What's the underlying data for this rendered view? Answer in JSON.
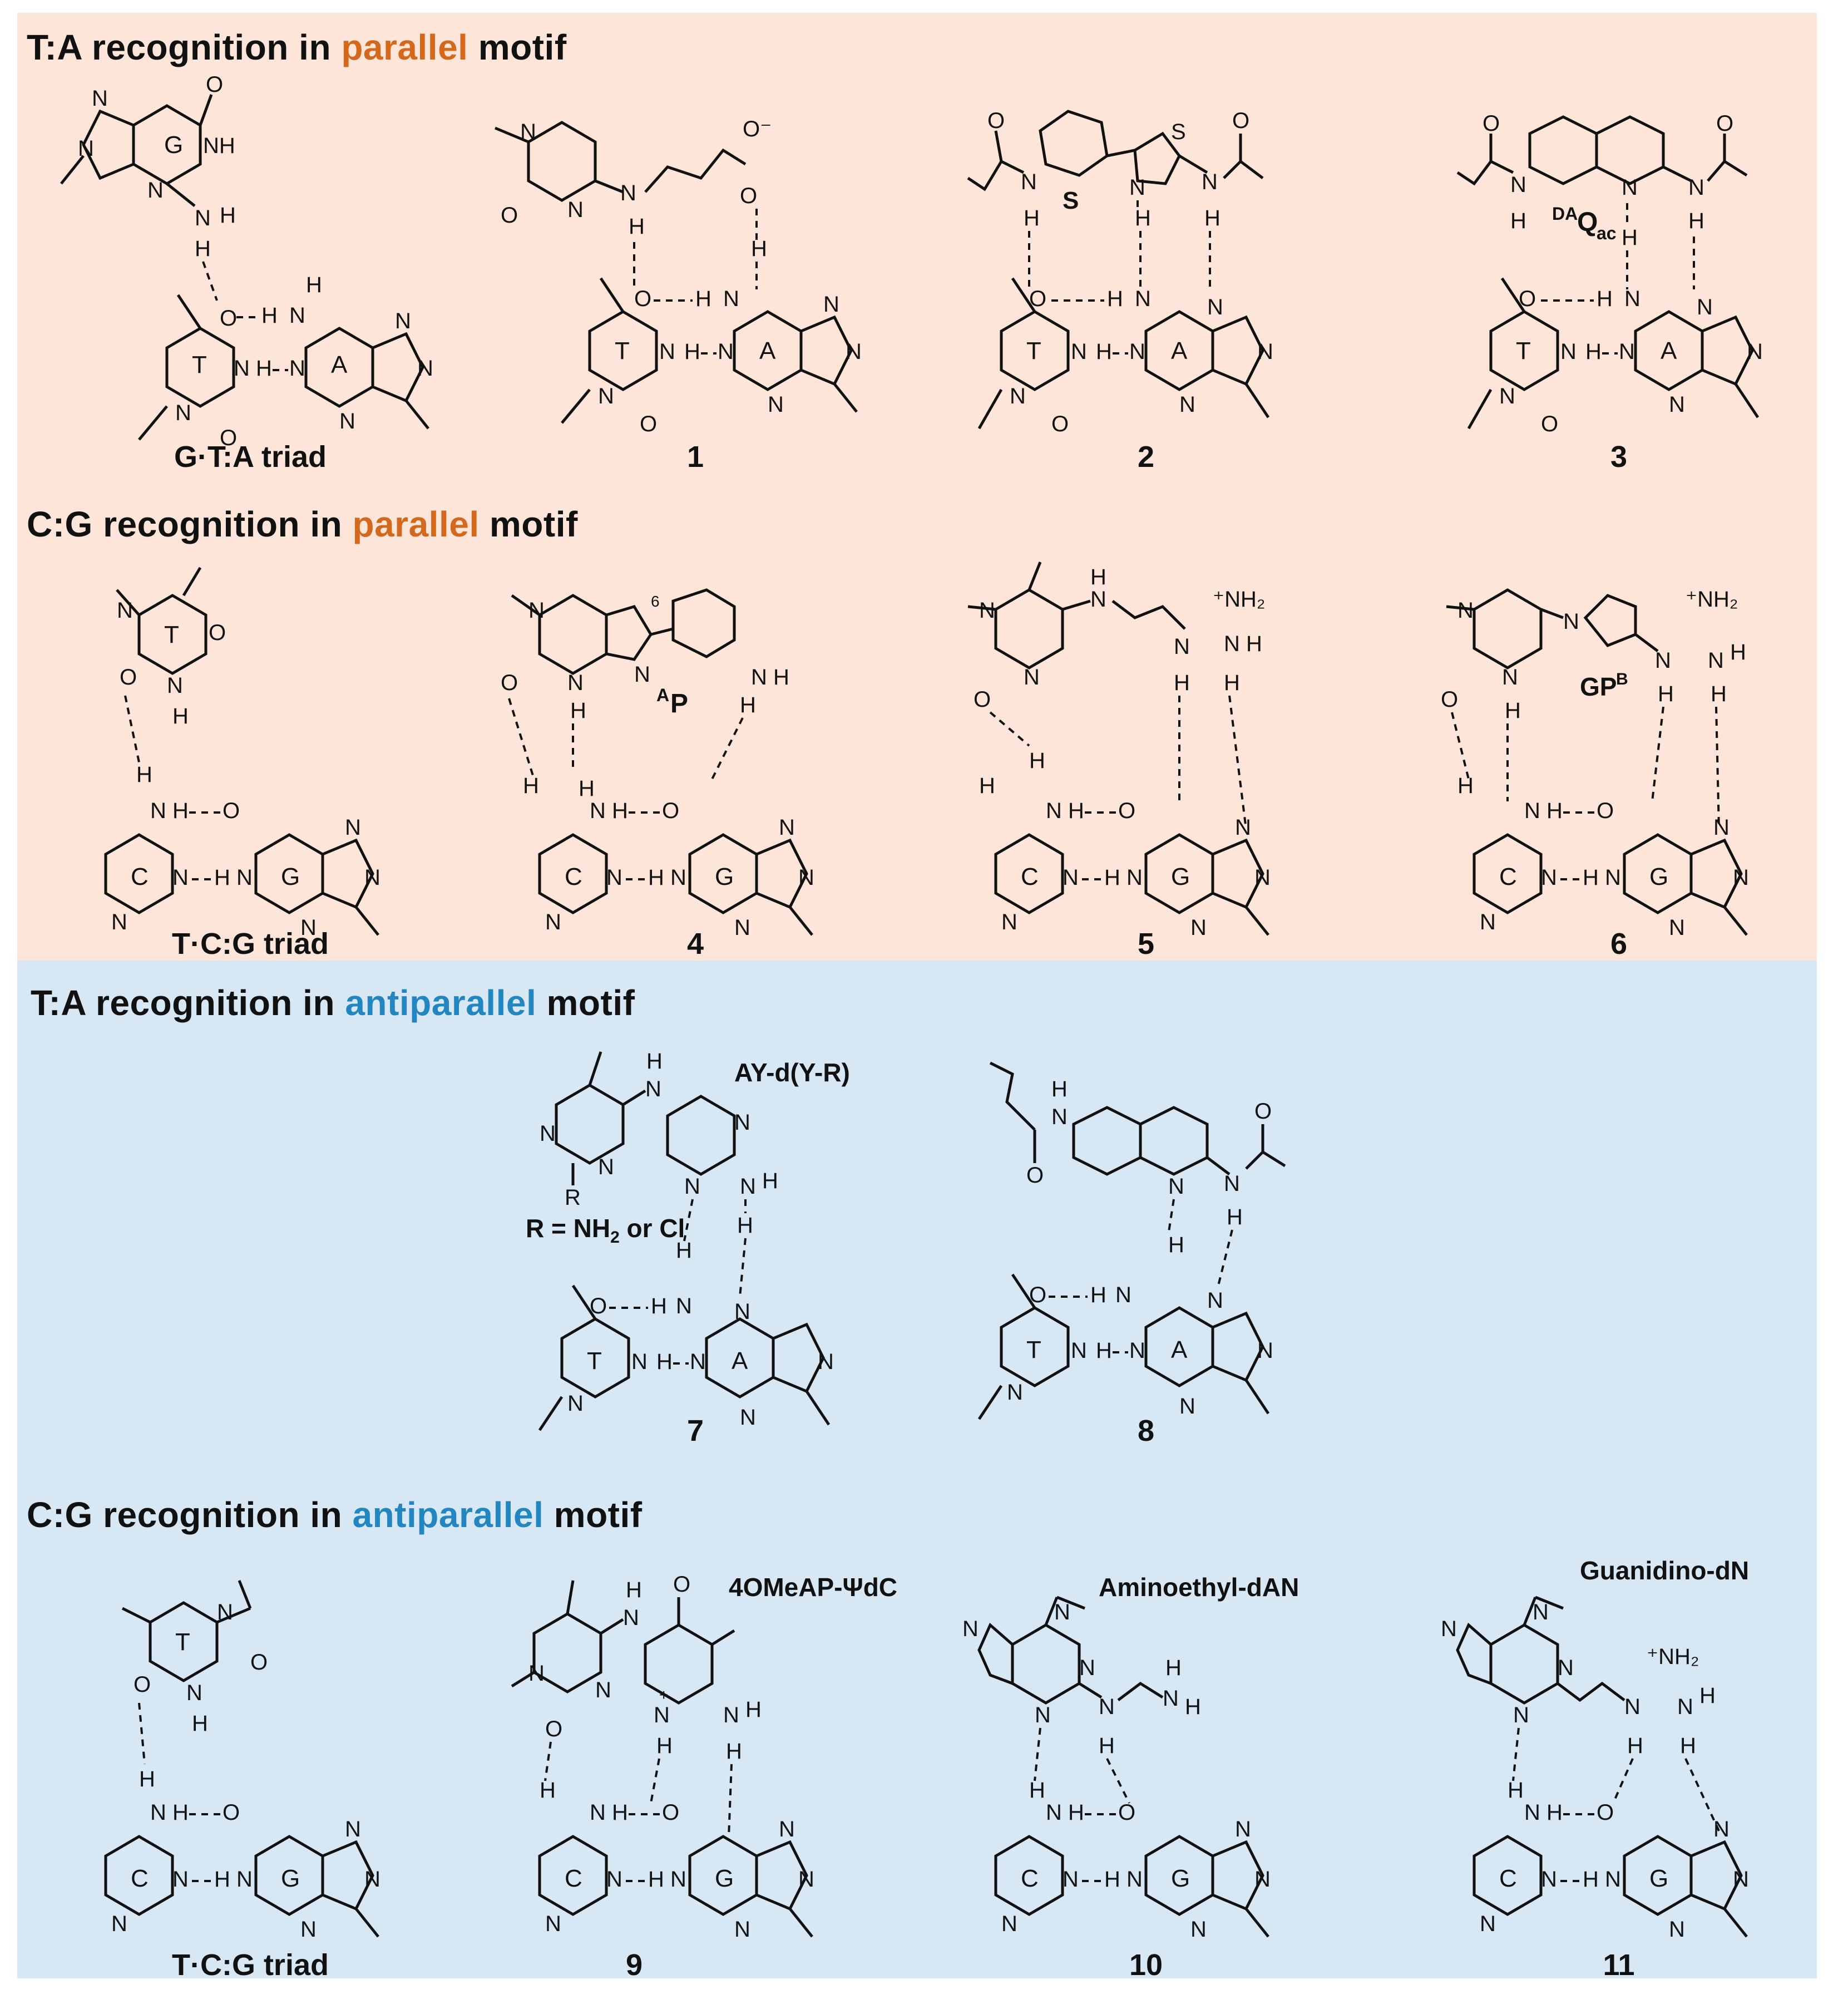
{
  "colors": {
    "parallel_bg": "#fde6d9",
    "antiparallel_bg": "#d7e8f4",
    "parallel_accent": "#d4691e",
    "antiparallel_accent": "#2386c0",
    "text": "#111111"
  },
  "sections": [
    {
      "title_prefix": "T:A recognition in ",
      "keyword": "parallel",
      "title_suffix": " motif",
      "structures": [
        {
          "label": "G·T:A triad",
          "third": "G",
          "pair": [
            "T",
            "A"
          ]
        },
        {
          "label": "1",
          "third": "",
          "pair": [
            "T",
            "A"
          ]
        },
        {
          "label": "2",
          "third": "S",
          "pair": [
            "T",
            "A"
          ]
        },
        {
          "label": "3",
          "third": "DAQac",
          "pair": [
            "T",
            "A"
          ]
        }
      ]
    },
    {
      "title_prefix": "C:G recognition in ",
      "keyword": "parallel",
      "title_suffix": " motif",
      "structures": [
        {
          "label": "T·C:G triad",
          "third": "T",
          "pair": [
            "C",
            "G"
          ]
        },
        {
          "label": "4",
          "third": "AP",
          "pair": [
            "C",
            "G"
          ]
        },
        {
          "label": "5",
          "third": "",
          "pair": [
            "C",
            "G"
          ]
        },
        {
          "label": "6",
          "third": "GPB",
          "pair": [
            "C",
            "G"
          ]
        }
      ]
    },
    {
      "title_prefix": "T:A recognition in ",
      "keyword": "antiparallel",
      "title_suffix": " motif",
      "structures": [
        {
          "label": "7",
          "third": "AY-d(Y-R)",
          "note": "R = NH2 or Cl",
          "pair": [
            "T",
            "A"
          ]
        },
        {
          "label": "8",
          "third": "",
          "pair": [
            "T",
            "A"
          ]
        }
      ]
    },
    {
      "title_prefix": "C:G recognition in ",
      "keyword": "antiparallel",
      "title_suffix": " motif",
      "structures": [
        {
          "label": "T·C:G triad",
          "third": "T",
          "pair": [
            "C",
            "G"
          ]
        },
        {
          "label": "9",
          "third": "4OMeAP-ΨdC",
          "pair": [
            "C",
            "G"
          ]
        },
        {
          "label": "10",
          "third": "Aminoethyl-dAN",
          "pair": [
            "C",
            "G"
          ]
        },
        {
          "label": "11",
          "third": "Guanidino-dN",
          "pair": [
            "C",
            "G"
          ]
        }
      ]
    }
  ],
  "annotations": {
    "s2_tag": "S",
    "s3_tag_sup": "DA",
    "s3_tag_main": "Q",
    "s3_tag_sub": "ac",
    "s4_tag_sup": "A",
    "s4_tag_main": "P",
    "s4_pos": "6",
    "s6_tag_main": "GP",
    "s6_tag_sup": "B",
    "s7_tag": "AY-d(Y-R)",
    "s7_note_a": "R = NH",
    "s7_note_sub": "2",
    "s7_note_b": " or Cl",
    "s9_tag": "4OMeAP-ΨdC",
    "s10_tag": "Aminoethyl-dAN",
    "s11_tag": "Guanidino-dN"
  },
  "atoms": {
    "O": "O",
    "N": "N",
    "H": "H",
    "NH": "NH",
    "NH2": "NH₂",
    "plusNH2": "⁺NH₂",
    "S": "S",
    "Ominus": "O⁻",
    "R": "R"
  }
}
